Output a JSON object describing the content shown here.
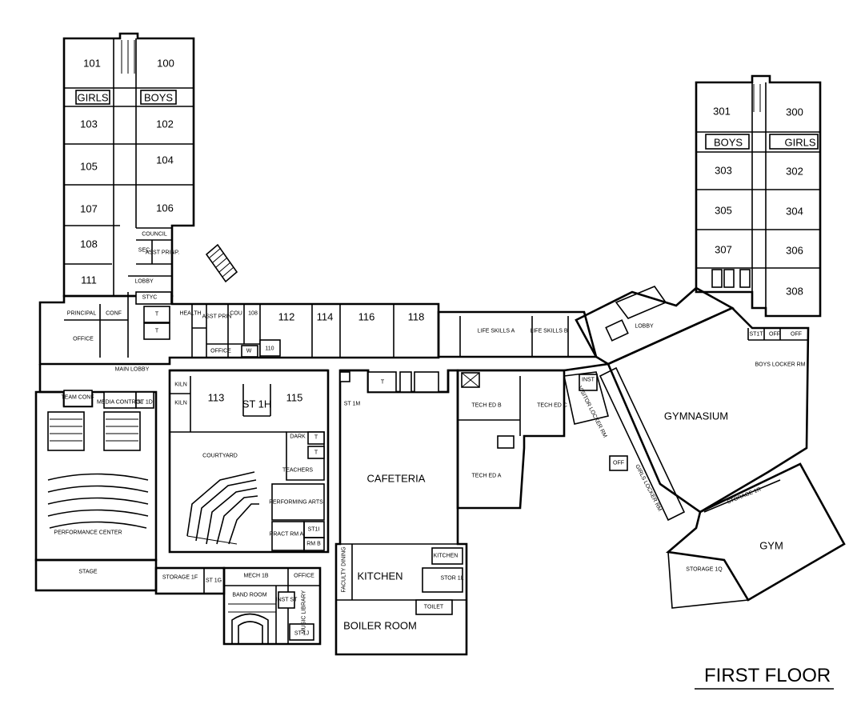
{
  "title": "FIRST FLOOR",
  "rooms": {
    "r101": "101",
    "r100": "100",
    "girls_a": "GIRLS",
    "boys_a": "BOYS",
    "r103": "103",
    "r102": "102",
    "r104": "104",
    "r105": "105",
    "r107": "107",
    "r106": "106",
    "r108": "108",
    "r111": "111",
    "council": "COUNCIL",
    "sec": "SEC",
    "asst_prin_a": "ASST PRINP.",
    "lobby_a": "LOBBY",
    "styc": "STYC",
    "t_a": "T",
    "t_b": "T",
    "principal": "PRINCIPAL",
    "conf": "CONF",
    "office_a": "OFFICE",
    "health": "HEALTH",
    "asst_prin_b": "ASST PRIN",
    "cou": "COU",
    "r108b": "108",
    "r112": "112",
    "r114": "114",
    "r116": "116",
    "r118": "118",
    "office_b": "OFFICE",
    "r110": "110",
    "w": "W",
    "life_a": "LIFE SKILLS A",
    "life_b": "LIFE SKILLS B",
    "lobby_b": "LOBBY",
    "r301": "301",
    "r300": "300",
    "boys_b": "BOYS",
    "girls_b": "GIRLS",
    "r303": "303",
    "r302": "302",
    "r305": "305",
    "r304": "304",
    "r307": "307",
    "r306": "306",
    "r308": "308",
    "st1t": "ST1T",
    "off_a": "OFF",
    "off_b": "OFF",
    "boys_locker": "BOYS LOCKER RM",
    "main_lobby": "MAIN LOBBY",
    "team_conf": "TEAM CONF",
    "media_control": "MEDIA CONTROL",
    "st1d": "ST 1D",
    "kiln_a": "KILN",
    "kiln_b": "KILN",
    "r113": "113",
    "st1h": "ST 1H",
    "r115": "115",
    "st1m": "ST 1M",
    "t_c": "T",
    "t_d": "T",
    "t_e": "T",
    "tech_b": "TECH ED B",
    "tech_c": "TECH ED C",
    "tech_a": "TECH ED A",
    "visitor_locker": "VISITOR LOCKER RM",
    "inst": "INST",
    "off_c": "OFF",
    "gymnasium": "GYMNASIUM",
    "girls_locker": "GIRLS LOCKER RM",
    "storage_1r": "STORAGE 1R",
    "gym": "GYM",
    "storage_1q": "STORAGE 1Q",
    "courtyard": "COURTYARD",
    "dark": "DARK",
    "teachers": "TEACHERS",
    "performing_arts": "PERFORMING ARTS",
    "pract_a": "PRACT RM A",
    "st1i": "ST1I",
    "rm_b": "RM B",
    "cafeteria": "CAFETERIA",
    "kitchen": "KITCHEN",
    "kitchen_small": "KITCHEN",
    "faculty_dining": "FACULTY DINING",
    "stor_1l": "STOR 1L",
    "toilet": "TOILET",
    "boiler_room": "BOILER ROOM",
    "performance_center": "PERFORMANCE CENTER",
    "stage": "STAGE",
    "storage_1f": "STORAGE 1F",
    "st1g": "ST 1G",
    "mech_1b": "MECH 1B",
    "office_c": "OFFICE",
    "band_room": "BAND ROOM",
    "inst_st": "INST ST",
    "music_library": "MUSIC LIBRARY",
    "st1j": "ST 1J"
  }
}
